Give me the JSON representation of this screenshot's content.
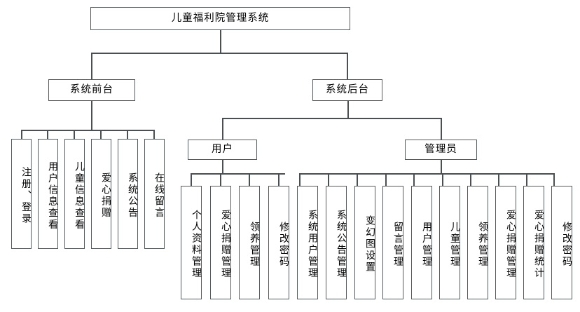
{
  "diagram": {
    "type": "hierarchy-tree",
    "title": "儿童福利院管理系统",
    "root": {
      "label": "儿童福利院管理系统"
    },
    "level2": [
      {
        "label": "系统前台"
      },
      {
        "label": "系统后台"
      }
    ],
    "level3": [
      {
        "label": "用户"
      },
      {
        "label": "管理员"
      }
    ],
    "frontend_leaves": [
      {
        "label": "注册、登录"
      },
      {
        "label": "用户信息查看"
      },
      {
        "label": "儿童信息查看"
      },
      {
        "label": "爱心捐赠"
      },
      {
        "label": "系统公告"
      },
      {
        "label": "在线留言"
      }
    ],
    "user_leaves": [
      {
        "label": "个人资料管理"
      },
      {
        "label": "爱心捐赠管理"
      },
      {
        "label": "领养管理"
      },
      {
        "label": "修改密码"
      }
    ],
    "admin_leaves": [
      {
        "label": "系统用户管理"
      },
      {
        "label": "系统公告管理"
      },
      {
        "label": "变幻图设置"
      },
      {
        "label": "留言管理"
      },
      {
        "label": "用户管理"
      },
      {
        "label": "儿童管理"
      },
      {
        "label": "领养管理"
      },
      {
        "label": "爱心捐赠管理"
      },
      {
        "label": "爱心捐赠统计"
      },
      {
        "label": "修改密码"
      }
    ],
    "colors": {
      "line": "#4a4f53",
      "border": "#555a5e",
      "background": "#ffffff",
      "text": "#000000"
    }
  }
}
